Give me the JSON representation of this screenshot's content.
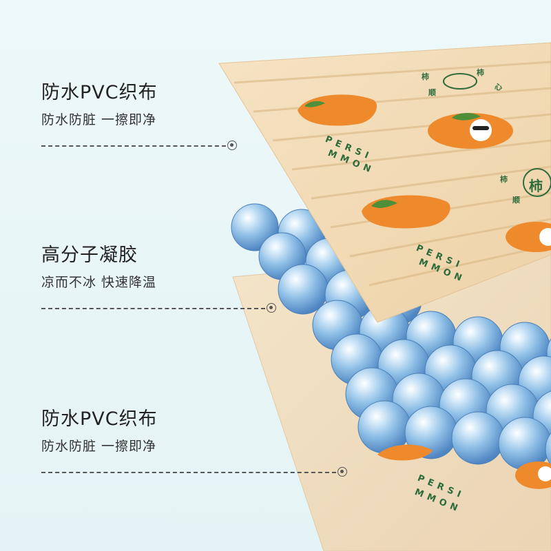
{
  "layers": [
    {
      "title": "防水PVC织布",
      "subtitle": "防水防脏 一擦即净"
    },
    {
      "title": "高分子凝胶",
      "subtitle": "凉而不冰 快速降温"
    },
    {
      "title": "防水PVC织布",
      "subtitle": "防水防脏 一擦即净"
    }
  ],
  "print": {
    "word_top": "PERSI",
    "word_bottom": "MMON",
    "brand_char": "柿",
    "logo_chars": [
      "柿",
      "柿",
      "顺",
      "心"
    ],
    "logo_text": "柿"
  },
  "colors": {
    "pad_top": "#f3dcb8",
    "pad_bottom": "#efdcbf",
    "gel_blue": "#7fb4df",
    "persimmon": "#ef8a2c",
    "leaf": "#4f8f3a",
    "accent_text": "#2e6b3a"
  }
}
